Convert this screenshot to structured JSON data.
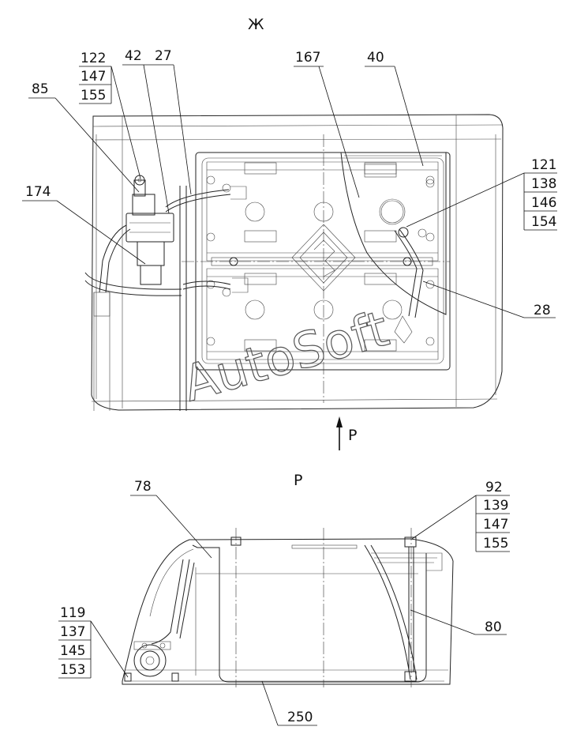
{
  "views": {
    "top_view_letter": "Ж",
    "arrow_label": "P",
    "bottom_view_letter": "P"
  },
  "watermark": "AutoSoft",
  "callouts": {
    "c122_stack": [
      "122",
      "147",
      "155"
    ],
    "c85": "85",
    "c42": "42",
    "c27": "27",
    "c167": "167",
    "c40": "40",
    "c121_stack": [
      "121",
      "138",
      "146",
      "154"
    ],
    "c174": "174",
    "c28": "28",
    "c78": "78",
    "c92_stack": [
      "92",
      "139",
      "147",
      "155"
    ],
    "c80": "80",
    "c119_stack": [
      "119",
      "137",
      "145",
      "153"
    ],
    "c250": "250"
  }
}
